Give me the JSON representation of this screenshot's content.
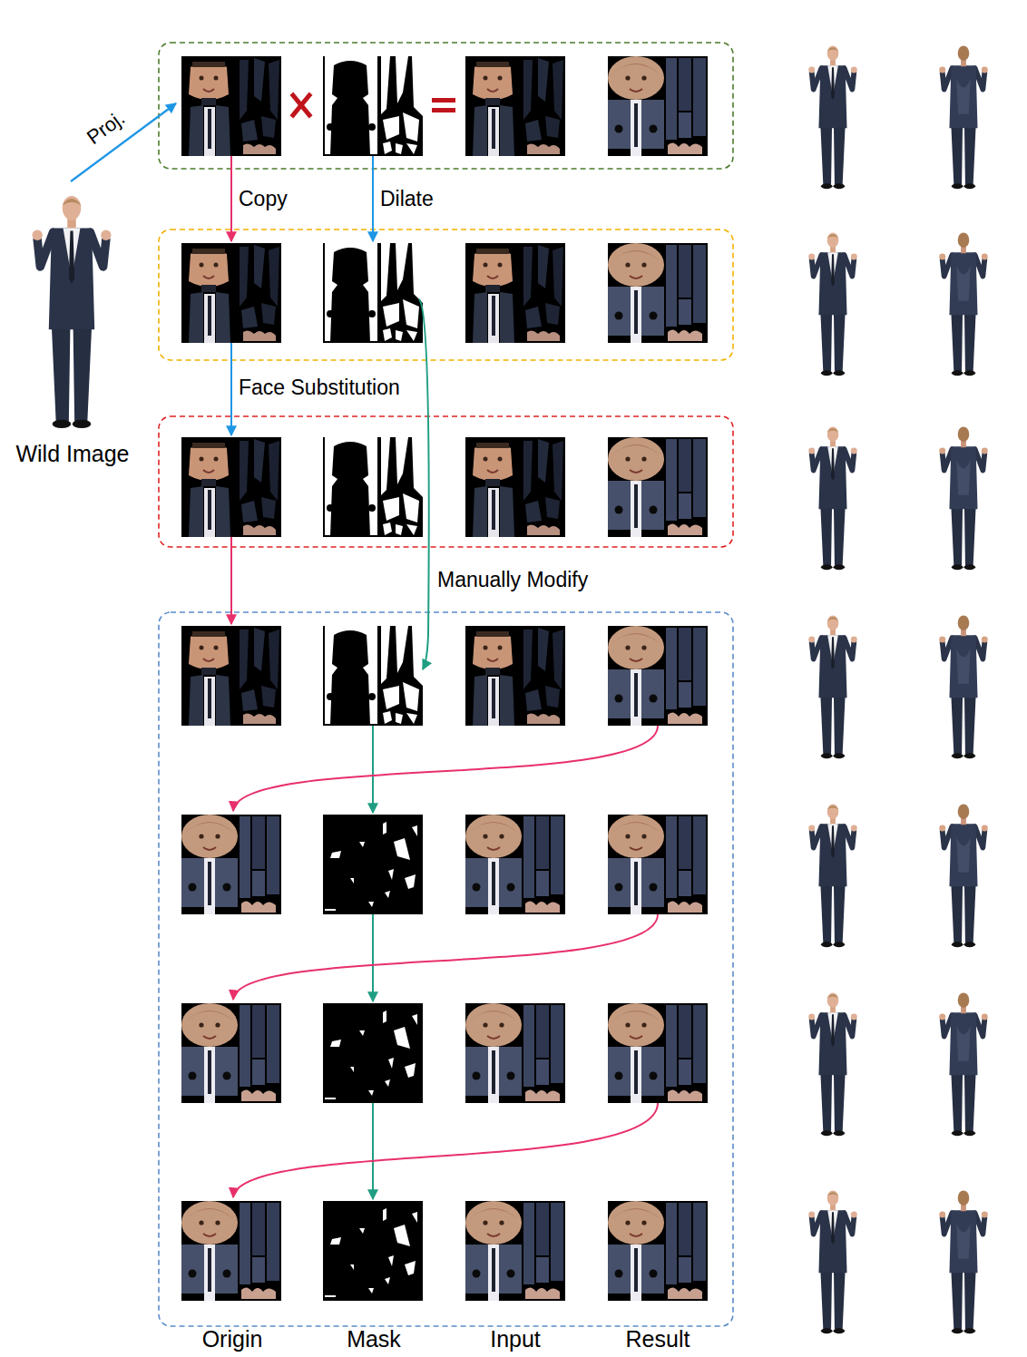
{
  "diagram": {
    "nodes": [
      {
        "text": [
          "Wild Image"
        ]
      }
    ],
    "labels": [
      "Proj.",
      "Copy",
      "Dilate",
      "Face Substitution",
      "Manually Modify",
      "Origin",
      "Mask",
      "Input",
      "Result"
    ]
  }
}
